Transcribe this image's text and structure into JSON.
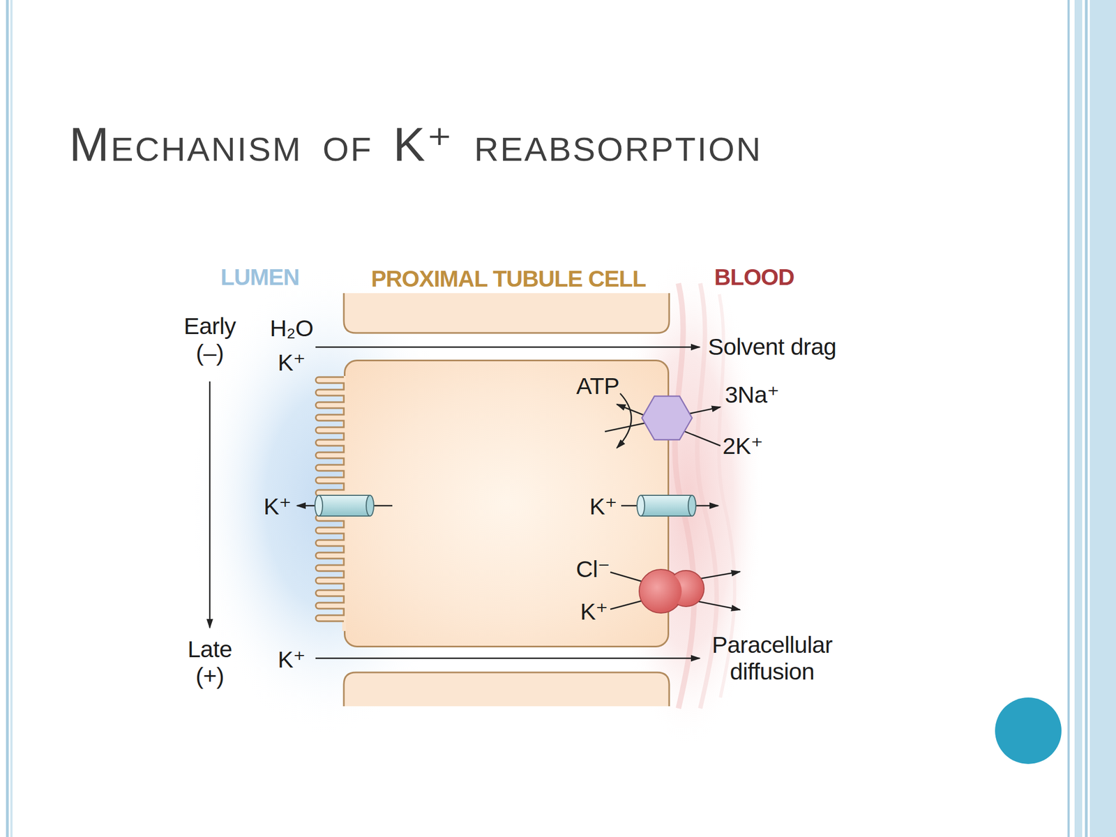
{
  "diagram": {
    "title": "Mechanism of K⁺ reabsorption",
    "nodes": [
      {
        "text": [
          "PROXIMAL TUBULE CELL"
        ]
      }
    ],
    "labels": [
      "LUMEN",
      "BLOOD",
      "Early (–)",
      "H₂O",
      "K⁺",
      "Solvent drag",
      "ATP",
      "3Na⁺",
      "2K⁺",
      "K⁺",
      "K⁺",
      "Cl⁻",
      "K⁺",
      "Late (+)",
      "K⁺",
      "Paracellular diffusion"
    ]
  }
}
